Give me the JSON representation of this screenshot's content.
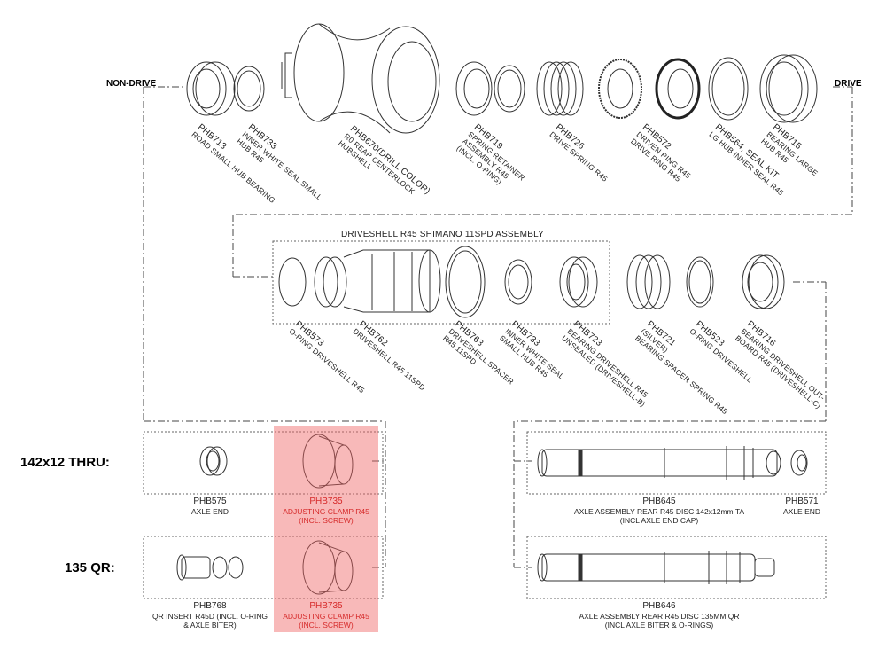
{
  "side_labels": {
    "non_drive": "NON-DRIVE",
    "drive": "DRIVE"
  },
  "assembly_title": "DRIVESHELL R45 SHIMANO 11SPD ASSEMBLY",
  "row_labels": {
    "thru": "142x12 THRU:",
    "qr": "135 QR:"
  },
  "top_parts": [
    {
      "code": "PHB713",
      "lines": [
        "ROAD SMALL HUB BEARING"
      ]
    },
    {
      "code": "PHB733",
      "lines": [
        "INNER WHITE SEAL SMALL",
        "HUB R45"
      ]
    },
    {
      "code": "PHB670(DRILL COLOR)",
      "lines": [
        "R0 REAR CENTERLOCK",
        "HUBSHELL"
      ]
    },
    {
      "code": "PHB719",
      "lines": [
        "SPRING RETAINER",
        "ASSEMBLY R45",
        "(INCL. O-RING)"
      ]
    },
    {
      "code": "PHB726",
      "lines": [
        "DRIVE SPRING R45"
      ]
    },
    {
      "code": "PHB572",
      "lines": [
        "DRIVEN RING R45",
        "DRIVE RING R45"
      ]
    },
    {
      "code": "PHB564, SEAL KIT",
      "lines": [
        "LG HUB INNER SEAL R45"
      ]
    },
    {
      "code": "PHB715",
      "lines": [
        "BEARING LARGE",
        "HUB R45"
      ]
    }
  ],
  "mid_parts": [
    {
      "code": "PHB573",
      "lines": [
        "O-RING DRIVESHELL R45"
      ]
    },
    {
      "code": "PHB762",
      "lines": [
        "DRIVESHELL R45 11SPD"
      ]
    },
    {
      "code": "PHB763",
      "lines": [
        "DRIVESHELL SPACER",
        "R45 11SPD"
      ]
    },
    {
      "code": "PHB733",
      "lines": [
        "INNER WHITE SEAL",
        "SMALL HUB R45"
      ]
    },
    {
      "code": "PHB723",
      "lines": [
        "BEARING DRIVESHELL R45",
        "UNSEALED (DRIVESHELL-B)"
      ]
    },
    {
      "code": "PHB721",
      "lines": [
        "(SILVER)",
        "BEARING SPACER SPRING R45"
      ]
    },
    {
      "code": "PHB523",
      "lines": [
        "O-RING DRIVESHELL"
      ]
    },
    {
      "code": "PHB716",
      "lines": [
        "BEARING DRIVESHELL OUT-",
        "BOARD R45 (DRIVESHELL-C)"
      ]
    }
  ],
  "thru_parts": [
    {
      "code": "PHB575",
      "lines": [
        "AXLE END"
      ]
    },
    {
      "code": "PHB735",
      "lines": [
        "ADJUSTING CLAMP R45",
        "(INCL. SCREW)"
      ]
    },
    {
      "code": "PHB645",
      "lines": [
        "AXLE ASSEMBLY REAR R45 DISC 142x12mm TA",
        "(INCL AXLE END CAP)"
      ]
    },
    {
      "code": "PHB571",
      "lines": [
        "AXLE END"
      ]
    }
  ],
  "qr_parts": [
    {
      "code": "PHB768",
      "lines": [
        "QR INSERT R45D (INCL. O-RING",
        "& AXLE BITER)"
      ]
    },
    {
      "code": "PHB735",
      "lines": [
        "ADJUSTING CLAMP R45",
        "(INCL. SCREW)"
      ]
    },
    {
      "code": "PHB646",
      "lines": [
        "AXLE ASSEMBLY REAR R45 DISC 135MM QR",
        "(INCL AXLE BITER & O-RINGS)"
      ]
    }
  ],
  "colors": {
    "line": "#333333",
    "highlight": "#f06464",
    "highlight_text": "#d62a2a"
  }
}
